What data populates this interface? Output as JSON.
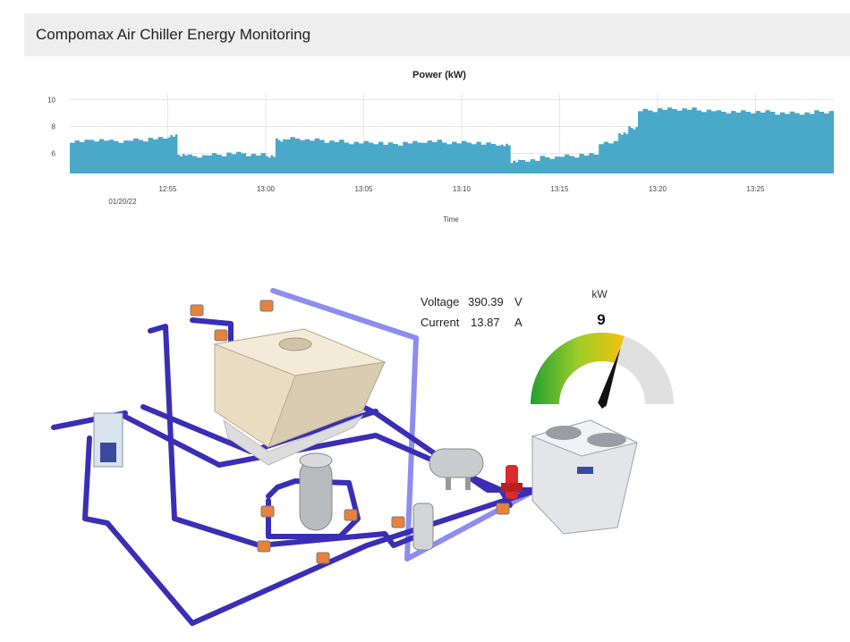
{
  "header": {
    "title": "Compomax Air Chiller Energy Monitoring"
  },
  "chart_data": {
    "type": "area",
    "title": "Power (kW)",
    "xlabel": "Time",
    "ylabel": "",
    "date_label": "01/20/22",
    "xlim": [
      "12:50",
      "13:29"
    ],
    "ylim": [
      4.5,
      10.5
    ],
    "y_ticks": [
      6,
      8,
      10
    ],
    "x_ticks": [
      "12:55",
      "13:00",
      "13:05",
      "13:10",
      "13:15",
      "13:20",
      "13:25"
    ],
    "grid": true,
    "color": "#4aa8c8",
    "series": [
      {
        "x": [
          "12:50",
          "12:51",
          "12:52",
          "12:53",
          "12:54",
          "12:55",
          "12:55.5",
          "12:56",
          "12:57",
          "12:58",
          "12:59",
          "13:00",
          "13:00.5",
          "13:01",
          "13:02",
          "13:03",
          "13:04",
          "13:05",
          "13:06",
          "13:07",
          "13:08",
          "13:09",
          "13:10",
          "13:11",
          "13:12",
          "13:12.5",
          "13:13",
          "13:14",
          "13:15",
          "13:16",
          "13:17",
          "13:18",
          "13:18.5",
          "13:19",
          "13:20",
          "13:21",
          "13:22",
          "13:23",
          "13:24",
          "13:25",
          "13:26",
          "13:27",
          "13:28",
          "13:29"
        ],
        "values": [
          6.9,
          7.0,
          6.9,
          7.0,
          7.1,
          7.3,
          5.9,
          5.8,
          5.9,
          6.0,
          5.9,
          5.8,
          7.0,
          7.1,
          7.0,
          6.9,
          6.8,
          6.8,
          6.7,
          6.8,
          6.9,
          6.8,
          6.8,
          6.7,
          6.6,
          5.4,
          5.5,
          5.7,
          5.8,
          5.9,
          6.8,
          7.5,
          7.9,
          9.2,
          9.3,
          9.3,
          9.2,
          9.1,
          9.1,
          9.1,
          9.0,
          9.0,
          9.1,
          9.1
        ]
      }
    ]
  },
  "readouts": {
    "voltage_label": "Voltage",
    "voltage_value": "390.39",
    "voltage_unit": "V",
    "current_label": "Current",
    "current_value": "13.87",
    "current_unit": "A"
  },
  "gauge": {
    "unit": "kW",
    "value": 9,
    "value_text": "9",
    "min": 0,
    "max": 15
  },
  "colors": {
    "pipe_dark": "#3a2eb5",
    "pipe_light": "#8d8df0",
    "unit_body": "#e9dcc3",
    "valve_orange": "#e8823a"
  }
}
